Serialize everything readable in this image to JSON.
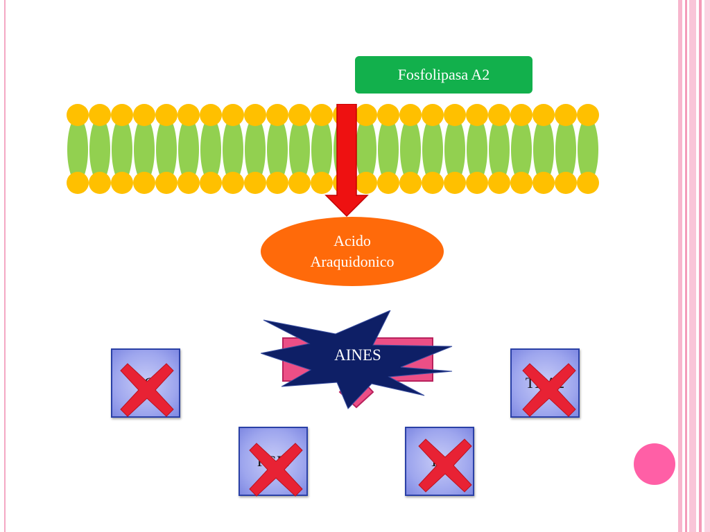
{
  "enzyme": {
    "label": "Fosfolipasa A2"
  },
  "substrate": {
    "line1": "Acido",
    "line2": "Araquidonico"
  },
  "inhibitor": {
    "label": "AINES"
  },
  "products": [
    {
      "label": "PG"
    },
    {
      "label": "TXA2"
    },
    {
      "label": "PGI2"
    },
    {
      "label": "TX"
    }
  ],
  "colors": {
    "enzyme": "#12b04c",
    "substrate": "#ff6a0a",
    "arrow": "#ee1111",
    "burst": "#0e1f66",
    "cross": "#e82234",
    "lipid_head": "#ffc000",
    "lipid_tail": "#92d050"
  }
}
